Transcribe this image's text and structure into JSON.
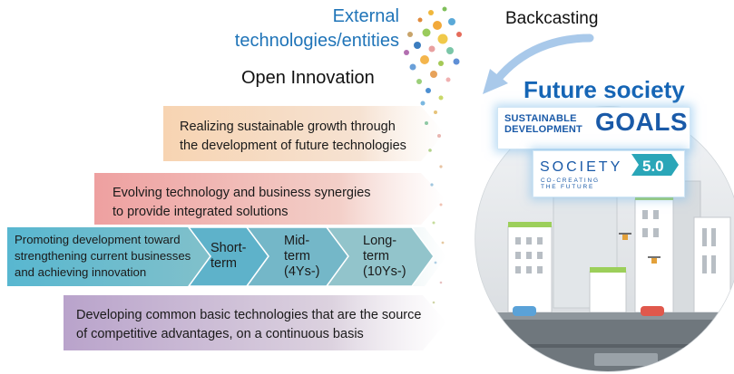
{
  "header": {
    "external": [
      "External",
      "technologies/entities"
    ],
    "open_innovation": "Open Innovation",
    "backcasting": "Backcasting",
    "future_society": "Future society"
  },
  "badges": {
    "sdg_small": [
      "SUSTAINABLE",
      "DEVELOPMENT"
    ],
    "sdg_goals": "GOALS",
    "society": "SOCIETY",
    "society_version": "5.0",
    "society_tagline": [
      "CO-CREATING",
      "THE FUTURE"
    ]
  },
  "bands": [
    {
      "lines": [
        "Realizing sustainable growth through",
        "the development of future technologies"
      ]
    },
    {
      "lines": [
        "Evolving technology and business synergies",
        "to provide integrated solutions"
      ]
    },
    {
      "lines": [
        "Promoting development toward",
        "strengthening current businesses",
        "and achieving innovation"
      ]
    },
    {
      "lines": [
        "Developing common basic technologies that are the source",
        "of competitive advantages, on a continuous basis"
      ]
    }
  ],
  "terms": [
    {
      "lines": [
        "Short-",
        "term"
      ]
    },
    {
      "lines": [
        "Mid-",
        "term",
        "(4Ys-)"
      ]
    },
    {
      "lines": [
        "Long-",
        "term",
        "(10Ys-)"
      ]
    }
  ],
  "colors": {
    "band1": "#f6cfa7",
    "band2": "#efa8a8",
    "band3": "#5fb8cf",
    "band4": "#bba8cc",
    "accent_blue": "#1565b5",
    "text_blue": "#1f74b8"
  }
}
